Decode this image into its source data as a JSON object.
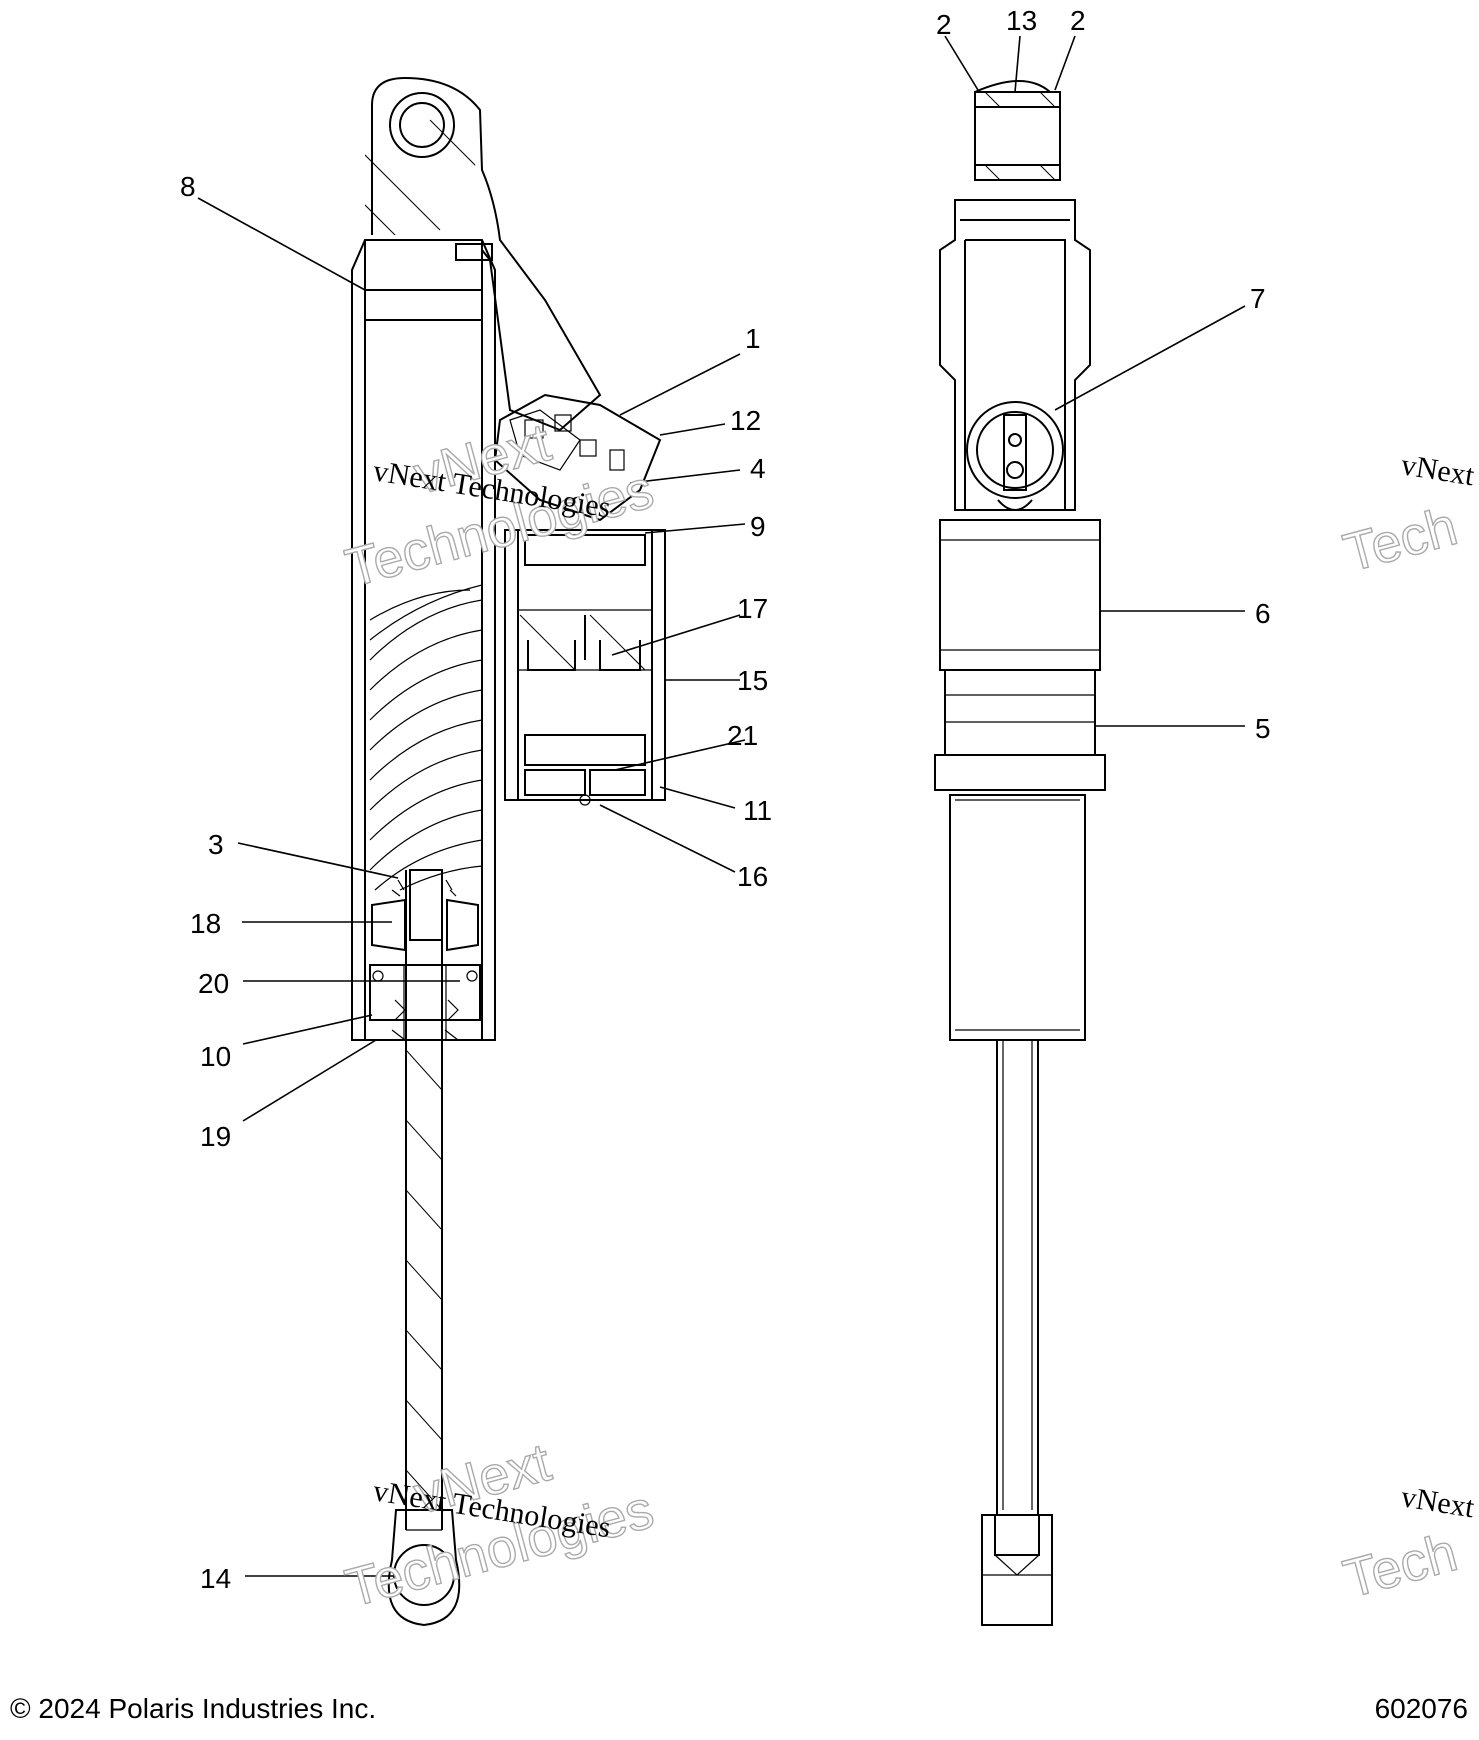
{
  "callouts": [
    {
      "id": "1",
      "label": "1"
    },
    {
      "id": "2a",
      "label": "2"
    },
    {
      "id": "13",
      "label": "13"
    },
    {
      "id": "2b",
      "label": "2"
    },
    {
      "id": "8",
      "label": "8"
    },
    {
      "id": "7",
      "label": "7"
    },
    {
      "id": "12",
      "label": "12"
    },
    {
      "id": "4",
      "label": "4"
    },
    {
      "id": "9",
      "label": "9"
    },
    {
      "id": "6",
      "label": "6"
    },
    {
      "id": "17",
      "label": "17"
    },
    {
      "id": "15",
      "label": "15"
    },
    {
      "id": "5",
      "label": "5"
    },
    {
      "id": "21",
      "label": "21"
    },
    {
      "id": "11",
      "label": "11"
    },
    {
      "id": "16",
      "label": "16"
    },
    {
      "id": "3",
      "label": "3"
    },
    {
      "id": "18",
      "label": "18"
    },
    {
      "id": "20",
      "label": "20"
    },
    {
      "id": "10",
      "label": "10"
    },
    {
      "id": "19",
      "label": "19"
    },
    {
      "id": "14",
      "label": "14"
    }
  ],
  "watermark": {
    "line1": "vNext Technologies",
    "line2": "vNext",
    "line3": "Technologies",
    "clip_line1": "vNext",
    "clip_line2": "Tech"
  },
  "footer": {
    "copyright": "© 2024 Polaris Industries Inc.",
    "diagram_id": "602076"
  }
}
